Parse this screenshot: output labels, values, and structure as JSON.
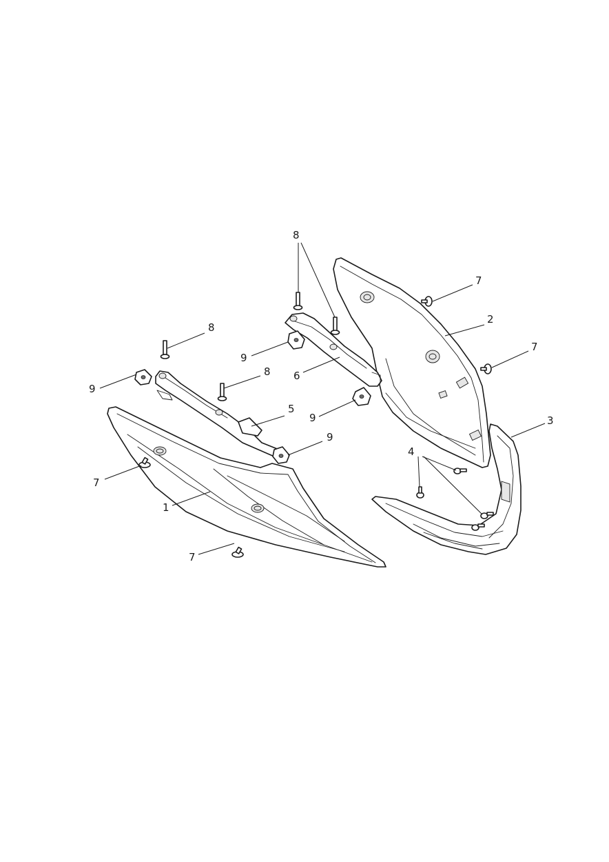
{
  "callouts": [
    {
      "id": "c1",
      "label": "1"
    },
    {
      "id": "c2",
      "label": "2"
    },
    {
      "id": "c3",
      "label": "3"
    },
    {
      "id": "c4",
      "label": "4"
    },
    {
      "id": "c5",
      "label": "5"
    },
    {
      "id": "c6",
      "label": "6"
    },
    {
      "id": "c7a",
      "label": "7"
    },
    {
      "id": "c7b",
      "label": "7"
    },
    {
      "id": "c7c",
      "label": "7"
    },
    {
      "id": "c7d",
      "label": "7"
    },
    {
      "id": "c8a",
      "label": "8"
    },
    {
      "id": "c8b",
      "label": "8"
    },
    {
      "id": "c8c",
      "label": "8"
    },
    {
      "id": "c9a",
      "label": "9"
    },
    {
      "id": "c9b",
      "label": "9"
    },
    {
      "id": "c9c",
      "label": "9"
    },
    {
      "id": "c9d",
      "label": "9"
    }
  ]
}
